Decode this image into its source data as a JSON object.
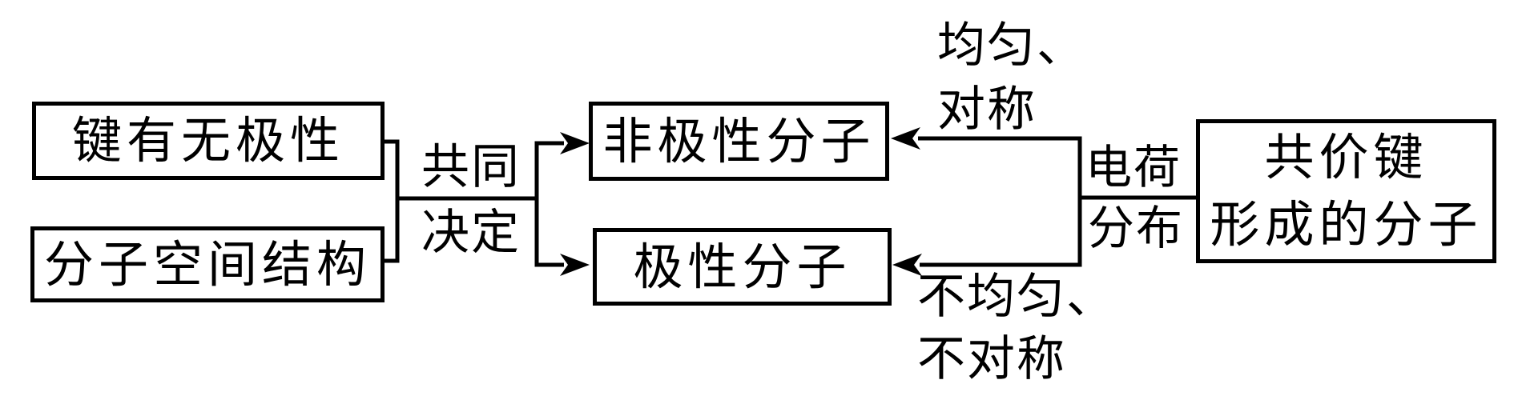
{
  "diagram": {
    "factors": [
      {
        "label": "键有无极性"
      },
      {
        "label": "分子空间结构"
      }
    ],
    "determine": {
      "line1": "共同",
      "line2": "决定"
    },
    "outcomes": [
      {
        "label": "非极性分子"
      },
      {
        "label": "极性分子"
      }
    ],
    "source_box": {
      "line1": "共价键",
      "line2": "形成的分子"
    },
    "charge_label": {
      "line1": "电荷",
      "line2": "分布"
    },
    "uniform_label": {
      "line1": "均匀、",
      "line2": "对称"
    },
    "nonuniform_label": {
      "line1": "不均匀、",
      "line2": "不对称"
    },
    "colors": {
      "ink": "#000000",
      "background": "#ffffff"
    }
  }
}
